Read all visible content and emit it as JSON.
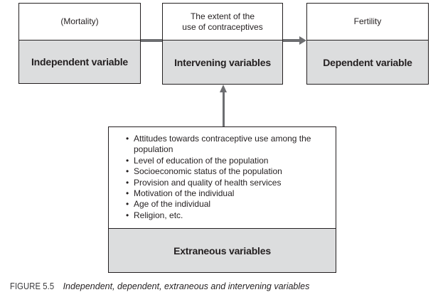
{
  "diagram": {
    "boxes": {
      "independent": {
        "top_text": "(Mortality)",
        "label": "Independent variable"
      },
      "intervening": {
        "top_text": [
          "The extent of the",
          "use of contraceptives"
        ],
        "label": "Intervening variables"
      },
      "dependent": {
        "top_text": "Fertility",
        "label": "Dependent variable"
      },
      "extraneous": {
        "items": [
          "Attitudes towards contraceptive use among the population",
          "Level of education of the population",
          "Socioeconomic status of the population",
          "Provision and quality of health services",
          "Motivation of the individual",
          "Age of the individual",
          "Religion, etc."
        ],
        "label": "Extraneous variables"
      }
    },
    "bullet_glyph": "•",
    "colors": {
      "box_fill": "#dcddde",
      "border": "#231f20",
      "arrow": "#6d6e71"
    }
  },
  "caption": {
    "figure_label": "FIGURE 5.5",
    "text": "Independent, dependent, extraneous and intervening variables"
  }
}
